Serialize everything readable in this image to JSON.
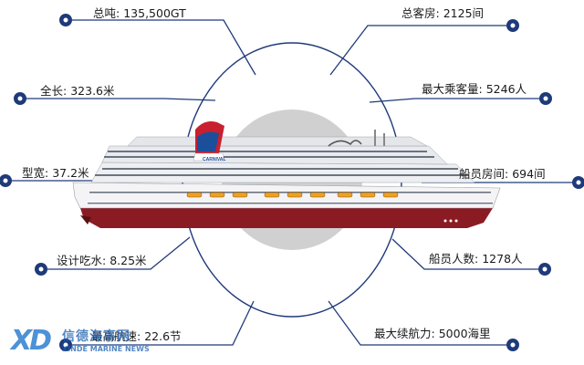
{
  "specs": {
    "gross_tonnage": {
      "label": "总吨:",
      "value": "135,500GT"
    },
    "length": {
      "label": "全长:",
      "value": "323.6米"
    },
    "beam": {
      "label": "型宽:",
      "value": "37.2米"
    },
    "draft": {
      "label": "设计吃水:",
      "value": "8.25米"
    },
    "max_speed": {
      "label": "最高航速:",
      "value": "22.6节"
    },
    "cabins": {
      "label": "总客房:",
      "value": "2125间"
    },
    "max_passengers": {
      "label": "最大乘客量:",
      "value": "5246人"
    },
    "crew_cabins": {
      "label": "船员房间:",
      "value": "694间"
    },
    "crew": {
      "label": "船员人数:",
      "value": "1278人"
    },
    "endurance": {
      "label": "最大续航力:",
      "value": "5000海里"
    }
  },
  "ship": {
    "funnel_text": "CARNIVAL"
  },
  "watermark": {
    "mark": "XD",
    "cn": "信德海事网",
    "en": "XINDE MARINE NEWS"
  },
  "colors": {
    "line": "#1f3a7a",
    "dot": "#1f3a7a",
    "circle": "#cfcfcf",
    "hull": "#8b1b22",
    "funnel_red": "#c8202f",
    "funnel_blue": "#1b4f9c"
  }
}
